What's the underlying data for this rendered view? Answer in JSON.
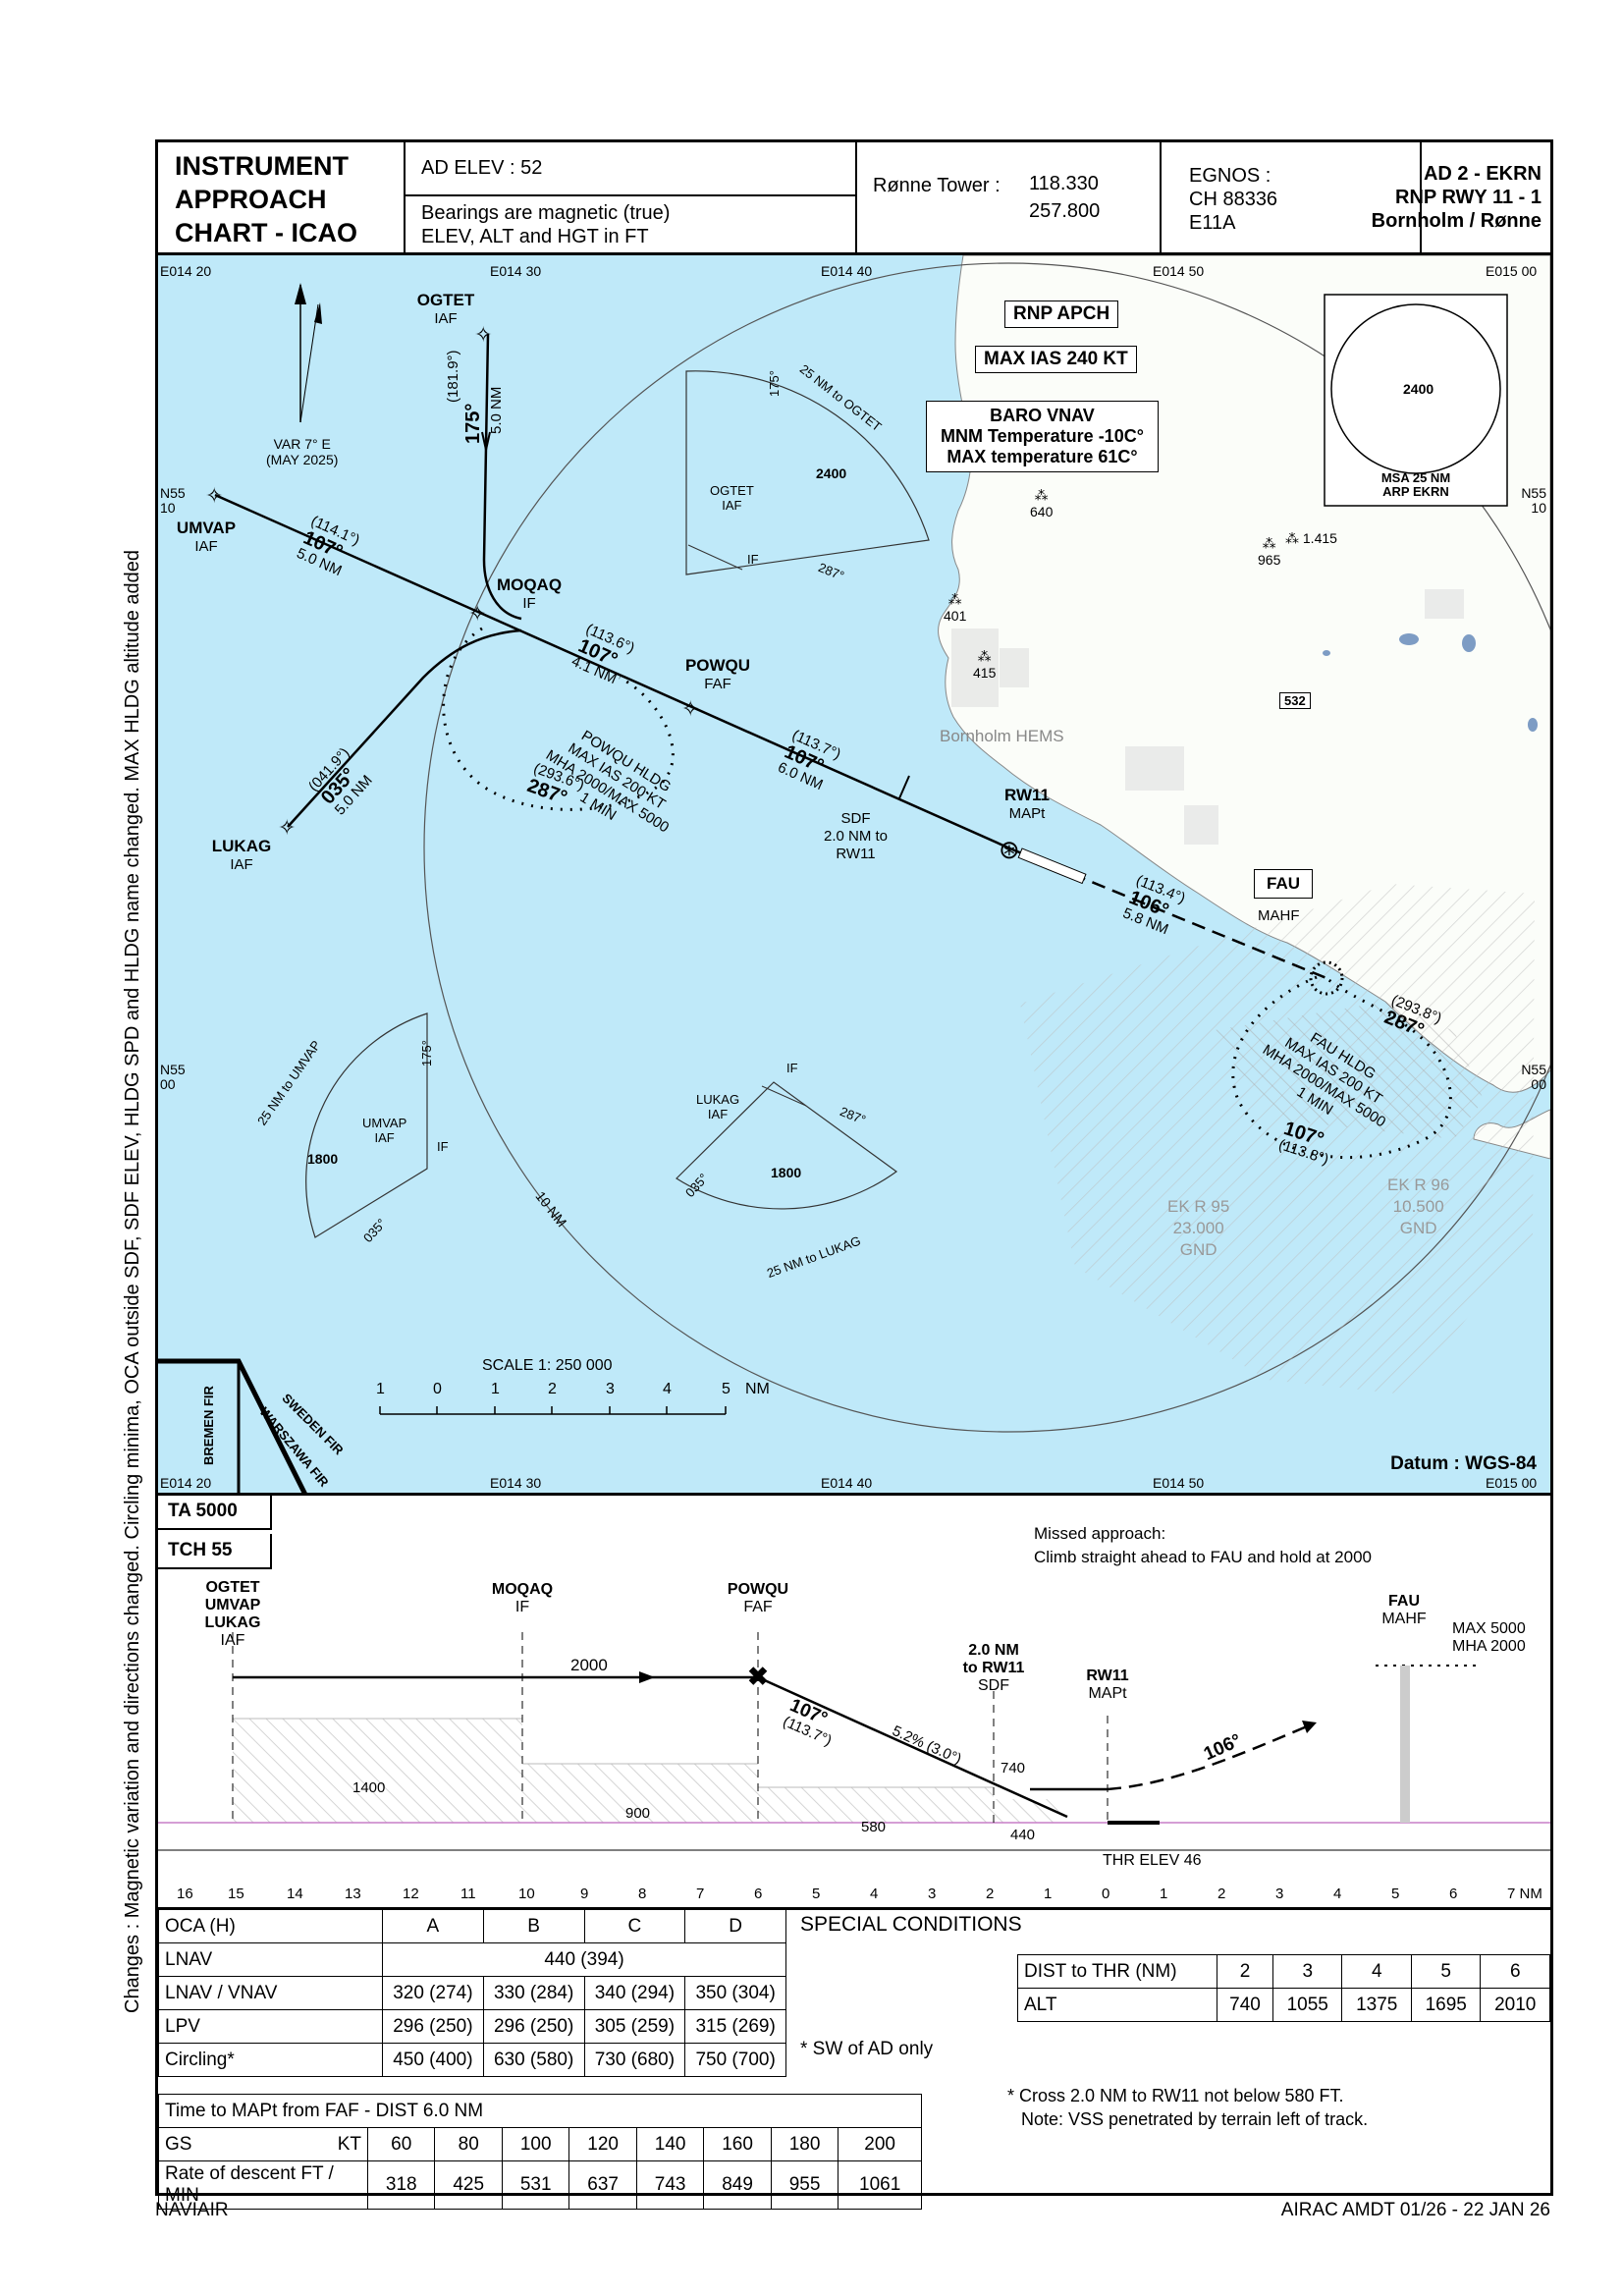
{
  "header": {
    "title_lines": [
      "INSTRUMENT",
      "APPROACH",
      "CHART - ICAO"
    ],
    "ad_elev": "AD ELEV : 52",
    "bearings_note": "Bearings are magnetic (true)",
    "units_note": "ELEV, ALT and HGT in FT",
    "tower_label": "Rønne Tower :",
    "tower_freq_1": "118.330",
    "tower_freq_2": "257.800",
    "egnos_1": "EGNOS :",
    "egnos_2": "CH 88336",
    "egnos_3": "E11A",
    "ad_id": "AD 2 - EKRN",
    "procedure": "RNP RWY 11 - 1",
    "location": "Bornholm / Rønne"
  },
  "side_note": "Changes : Magnetic variation and directions changed. Circling minima, OCA outside SDF, SDF ELEV, HLDG SPD and HLDG name changed. MAX HLDG altitude added",
  "map": {
    "grid_top": [
      "E014 20",
      "E014 30",
      "E014 40",
      "E014 50",
      "E015 00"
    ],
    "grid_bottom": [
      "E014 20",
      "E014 30",
      "E014 40",
      "E014 50",
      "E015 00"
    ],
    "lat_n5510": [
      "N55",
      "10"
    ],
    "lat_n5500": [
      "N55",
      "00"
    ],
    "var": [
      "VAR 7° E",
      "(MAY 2025)"
    ],
    "boxes": {
      "rnp_apch": "RNP APCH",
      "max_ias": "MAX IAS 240 KT",
      "baro_vnav": "BARO VNAV",
      "mnm_temp": "MNM Temperature -10C°",
      "max_temp": "MAX temperature 61C°"
    },
    "msa": {
      "alt": "2400",
      "label_1": "MSA 25 NM",
      "label_2": "ARP EKRN"
    },
    "fixes": {
      "ogtet": "OGTET",
      "ogtet_role": "IAF",
      "umvap": "UMVAP",
      "umvap_role": "IAF",
      "moqaq": "MOQAQ",
      "moqaq_role": "IF",
      "powqu": "POWQU",
      "powqu_role": "FAF",
      "lukag": "LUKAG",
      "lukag_role": "IAF",
      "rw11": "RW11",
      "rw11_role": "MAPt",
      "fau": "FAU",
      "fau_role": "MAHF"
    },
    "legs": {
      "ogtet_true": "(181.9°)",
      "ogtet_mag": "175°",
      "ogtet_dist": "5.0 NM",
      "umvap_true": "(114.1°)",
      "umvap_mag": "107°",
      "umvap_dist": "5.0 NM",
      "lukag_true": "(041.9°)",
      "lukag_mag": "035°",
      "lukag_dist": "5.0 NM",
      "if_true": "(113.6°)",
      "if_mag": "107°",
      "if_dist": "4.1 NM",
      "faf_true": "(113.7°)",
      "faf_mag": "107°",
      "faf_dist": "6.0 NM",
      "ma_true": "(113.4°)",
      "ma_mag": "106°",
      "ma_dist": "5.8 NM"
    },
    "sdf": [
      "SDF",
      "2.0 NM to",
      "RW11"
    ],
    "powqu_hold": {
      "lines": [
        "POWQU HLDG",
        "MAX IAS 200 KT",
        "MHA 2000/MAX 5000",
        "1 MIN"
      ],
      "out_true": "(293.6°)",
      "out_mag": "287°"
    },
    "fau_hold": {
      "lines": [
        "FAU HLDG",
        "MAX IAS 200 KT",
        "MHA 2000/MAX 5000",
        "1 MIN"
      ],
      "in_true": "(293.8°)",
      "in_mag": "287°",
      "out_mag": "107°",
      "out_true": "(113.8°)"
    },
    "taa_ogtet": {
      "arc": "25 NM to OGTET",
      "alt": "2400",
      "fix": "OGTET",
      "fix_role": "IAF",
      "if": "IF",
      "crs_in": "175°",
      "crs_turn": "287°"
    },
    "taa_umvap": {
      "arc": "25 NM to UMVAP",
      "alt": "1800",
      "fix": "UMVAP",
      "fix_role": "IAF",
      "if": "IF",
      "crs_in": "175°",
      "crs_turn": "035°"
    },
    "taa_lukag": {
      "arc": "25 NM to LUKAG",
      "alt": "1800",
      "fix": "LUKAG",
      "fix_role": "IAF",
      "if": "IF",
      "crs_in": "035°",
      "crs_turn": "287°"
    },
    "ring_10nm": "10 NM",
    "obstacles": [
      "640",
      "1.415",
      "965",
      "401",
      "415",
      "532"
    ],
    "hems": "Bornholm HEMS",
    "area_r95": [
      "EK R 95",
      "23.000",
      "GND"
    ],
    "area_r96": [
      "EK R 96",
      "10.500",
      "GND"
    ],
    "fir": [
      "BREMEN FIR",
      "WARSZAWA FIR",
      "SWEDEN FIR"
    ],
    "scale_title": "SCALE 1: 250 000",
    "scale_ticks": [
      "1",
      "0",
      "1",
      "2",
      "3",
      "4",
      "5"
    ],
    "scale_unit": "NM",
    "datum": "Datum : WGS-84"
  },
  "profile": {
    "ta": "TA 5000",
    "tch": "TCH 55",
    "missed_1": "Missed approach:",
    "missed_2": "Climb straight ahead to FAU and hold at 2000",
    "iaf_names": [
      "OGTET",
      "UMVAP",
      "LUKAG"
    ],
    "iaf_role": "IAF",
    "moqaq": "MOQAQ",
    "moqaq_role": "IF",
    "powqu": "POWQU",
    "powqu_role": "FAF",
    "sdf_1": "2.0 NM",
    "sdf_2": "to RW11",
    "sdf_3": "SDF",
    "rw11": "RW11",
    "rw11_role": "MAPt",
    "fau": "FAU",
    "fau_role": "MAHF",
    "fau_max": "MAX 5000",
    "fau_mha": "MHA 2000",
    "alt_2000": "2000",
    "crs_mag": "107°",
    "crs_true": "(113.7°)",
    "gradient": "5.2% (3.0°)",
    "alt_740": "740",
    "oca_1400": "1400",
    "oca_900": "900",
    "oca_580": "580",
    "oca_440": "440",
    "thr": "THR ELEV 46",
    "ma_crs": "106°",
    "dist_axis": [
      "16",
      "15",
      "14",
      "13",
      "12",
      "11",
      "10",
      "9",
      "8",
      "7",
      "6",
      "5",
      "4",
      "3",
      "2",
      "1",
      "0",
      "1",
      "2",
      "3",
      "4",
      "5",
      "6",
      "7 NM"
    ]
  },
  "minima": {
    "head": [
      "OCA (H)",
      "A",
      "B",
      "C",
      "D"
    ],
    "lnav": [
      "LNAV",
      "440 (394)"
    ],
    "rows": [
      [
        "LNAV / VNAV",
        "320 (274)",
        "330 (284)",
        "340 (294)",
        "350 (304)"
      ],
      [
        "LPV",
        "296 (250)",
        "296 (250)",
        "305 (259)",
        "315 (269)"
      ],
      [
        "Circling*",
        "450 (400)",
        "630 (580)",
        "730 (680)",
        "750 (700)"
      ]
    ],
    "special": "SPECIAL CONDITIONS",
    "sw_note": "*  SW of AD only",
    "dist_head": [
      "DIST to THR (NM)",
      "2",
      "3",
      "4",
      "5",
      "6"
    ],
    "dist_alt": [
      "ALT",
      "740",
      "1055",
      "1375",
      "1695",
      "2010"
    ],
    "cross_1": "* Cross 2.0 NM to RW11 not below 580 FT.",
    "cross_2": "Note: VSS penetrated by terrain left of track.",
    "time_title": "Time to MAPt from FAF - DIST 6.0 NM",
    "gs": [
      "GS",
      "KT",
      "60",
      "80",
      "100",
      "120",
      "140",
      "160",
      "180",
      "200"
    ],
    "rod": [
      "Rate of descent  FT / MIN",
      "318",
      "425",
      "531",
      "637",
      "743",
      "849",
      "955",
      "1061"
    ]
  },
  "footer": {
    "left": "NAVIAIR",
    "right": "AIRAC AMDT 01/26 - 22 JAN 26"
  }
}
